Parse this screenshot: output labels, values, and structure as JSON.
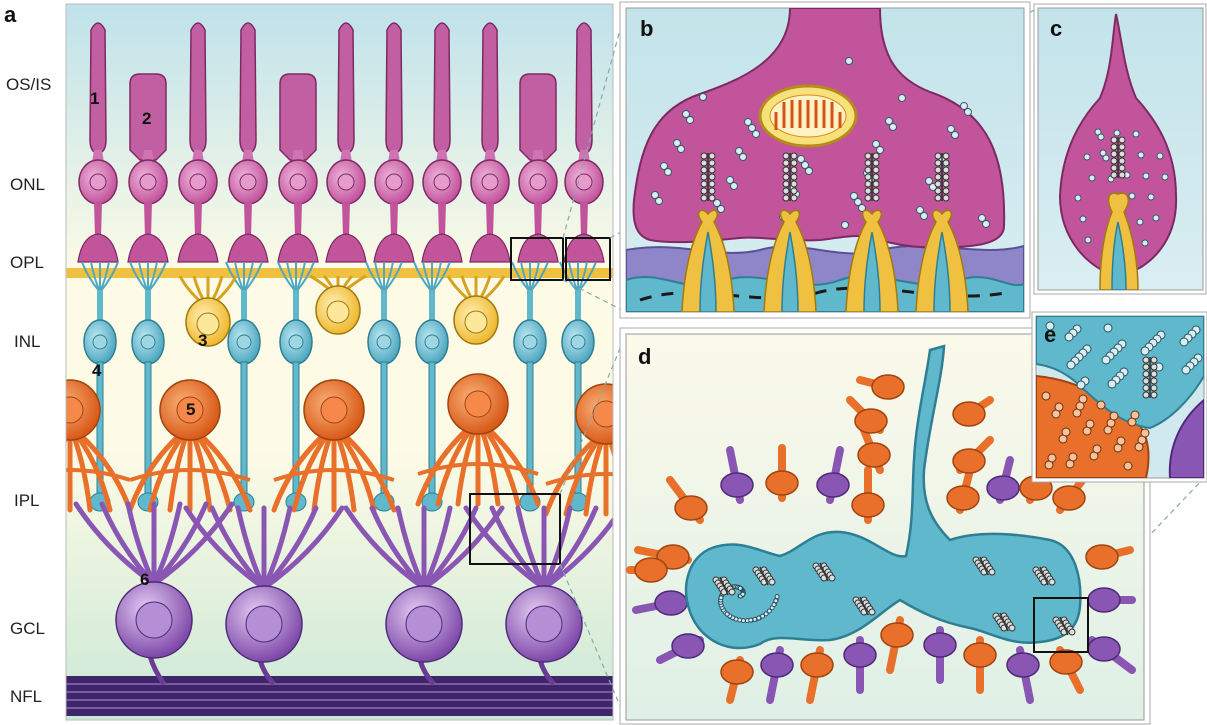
{
  "panels": {
    "a": "a",
    "b": "b",
    "c": "c",
    "d": "d",
    "e": "e"
  },
  "layers": [
    "OS/IS",
    "ONL",
    "OPL",
    "INL",
    "IPL",
    "GCL",
    "NFL"
  ],
  "cell_numbers": [
    "1",
    "2",
    "3",
    "4",
    "5",
    "6"
  ],
  "colors": {
    "photoreceptor": "#c2549c",
    "bipolar": "#5fb8cc",
    "horizontal": "#f0c040",
    "amacrine": "#e8702a",
    "ganglion": "#8a56b4",
    "nerve_fiber": "#4a2f78",
    "background_top": "#cfe9ef",
    "background_bottom": "#d8eedc"
  }
}
